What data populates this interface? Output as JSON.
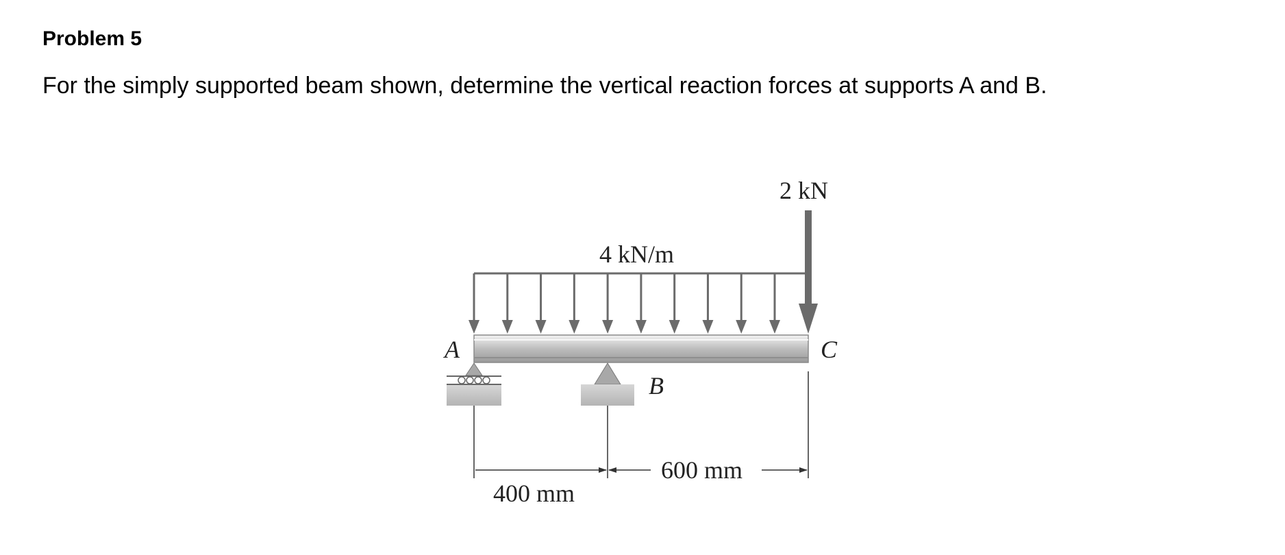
{
  "problem": {
    "title": "Problem 5",
    "text": "For the simply supported beam shown, determine the vertical reaction forces at supports A and B."
  },
  "diagram": {
    "distributed_load_label": "4 kN/m",
    "point_load_label": "2 kN",
    "label_a": "A",
    "label_b": "B",
    "label_c": "C",
    "dim_ab_label": "400 mm",
    "dim_bc_label": "600 mm",
    "colors": {
      "load_arrow": "#6b6b6b",
      "beam_light": "#e6e6e6",
      "beam_dark": "#a9a9a9",
      "ground": "#c4c4c4",
      "line": "#333333"
    }
  }
}
